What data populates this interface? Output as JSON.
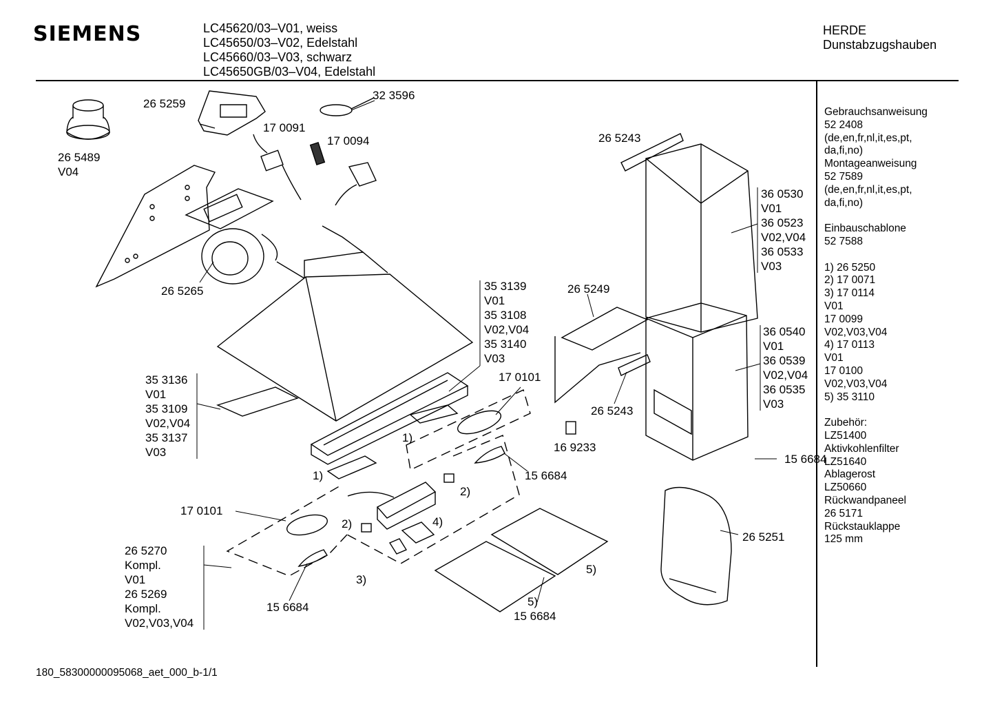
{
  "header": {
    "brand": "SIEMENS",
    "models": [
      "LC45620/03–V01, weiss",
      "LC45650/03–V02, Edelstahl",
      "LC45660/03–V03, schwarz",
      "LC45650GB/03–V04, Edelstahl"
    ],
    "category": "HERDE",
    "subcategory": "Dunstabzugshauben"
  },
  "labels": {
    "p265489": "26 5489",
    "p265489_v": "V04",
    "p265259": "26 5259",
    "p323596": "32 3596",
    "p170091": "17 0091",
    "p170094": "17 0094",
    "p265265": "26 5265",
    "p265243a": "26 5243",
    "p265249": "26 5249",
    "p265243b": "26 5243",
    "p169233": "16 9233",
    "p170101a": "17 0101",
    "p156684a": "15 6684",
    "p156684b": "15 6684",
    "p170101b": "17 0101",
    "p156684c": "15 6684",
    "p156684d": "15 6684",
    "p265251": "26 5251",
    "ref1a": "1)",
    "ref1b": "1)",
    "ref2a": "2)",
    "ref2b": "2)",
    "ref3": "3)",
    "ref4": "4)",
    "ref5a": "5)",
    "ref5b": "5)"
  },
  "stacks": {
    "chimney_upper": [
      "36 0530",
      "V01",
      "36 0523",
      "V02,V04",
      "36 0533",
      "V03"
    ],
    "chimney_lower": [
      "36 0540",
      "V01",
      "36 0539",
      "V02,V04",
      "36 0535",
      "V03"
    ],
    "filter_frame": [
      "35 3139",
      "V01",
      "35 3108",
      "V02,V04",
      "35 3140",
      "V03"
    ],
    "plate": [
      "35 3136",
      "V01",
      "35 3109",
      "V02,V04",
      "35 3137",
      "V03"
    ],
    "lamp_set": [
      "26 5270",
      "Kompl.",
      "V01",
      "26 5269",
      "Kompl.",
      "V02,V03,V04"
    ]
  },
  "sidebar": {
    "lines": [
      "Gebrauchsanweisung",
      "52 2408",
      "(de,en,fr,nl,it,es,pt,",
      "da,fi,no)",
      "Montageanweisung",
      "52 7589",
      "(de,en,fr,nl,it,es,pt,",
      "da,fi,no)",
      "",
      "Einbauschablone",
      "52 7588",
      "",
      "1)  26 5250",
      "2)  17 0071",
      "3)  17 0114",
      "      V01",
      "      17 0099",
      "      V02,V03,V04",
      "4)  17 0113",
      "      V01",
      "      17 0100",
      "      V02,V03,V04",
      "5)  35 3110",
      "",
      "Zubehör:",
      "LZ51400",
      "Aktivkohlenfilter",
      "LZ51640",
      "Ablagerost",
      "LZ50660",
      "Rückwandpaneel",
      "26 5171",
      "Rückstauklappe",
      "125 mm"
    ]
  },
  "footer": {
    "doc_id": "180_58300000095068_aet_000_b-1/1"
  },
  "icons": {
    "adapter": "duct-adapter-icon",
    "flap": "backflow-flap-icon",
    "tie": "cable-tie-icon",
    "plug": "power-plug-icon",
    "hood": "chimney-hood-icon",
    "motor": "blower-motor-icon",
    "chimney": "chimney-cover-icon",
    "bulb": "light-bulb-icon",
    "grease_filter": "grease-filter-icon",
    "carbon_filter": "carbon-filter-icon",
    "screw_bag": "screw-bag-icon"
  }
}
